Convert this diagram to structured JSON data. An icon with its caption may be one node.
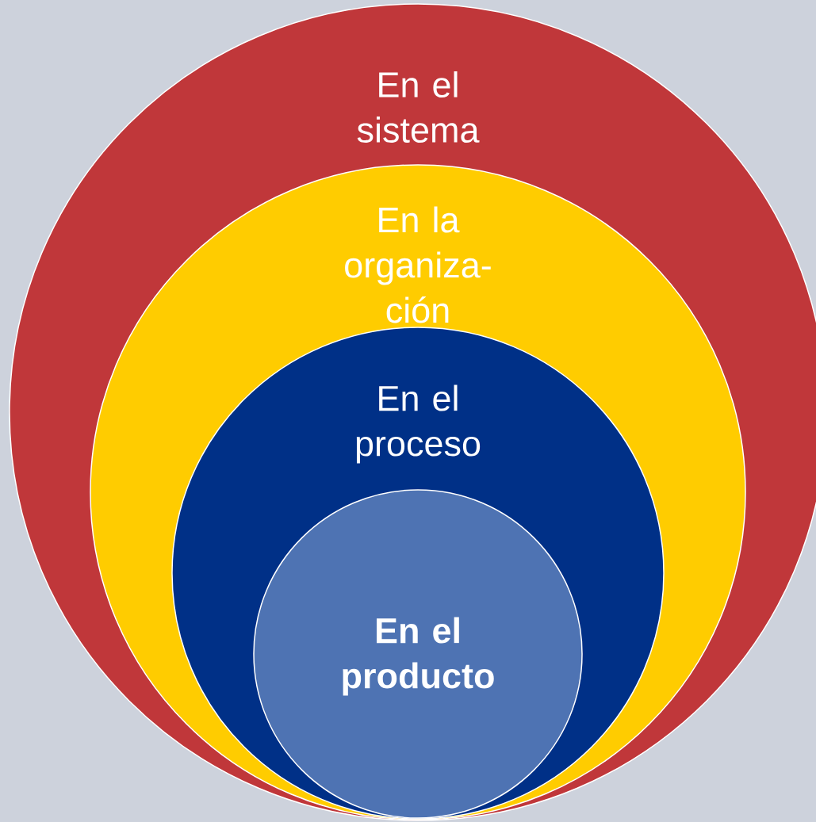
{
  "diagram": {
    "nodes": [
      {
        "text": [
          "En el sistema"
        ]
      },
      {
        "text": [
          "En la organiza- ción"
        ],
        "in": 0
      },
      {
        "text": [
          "En el proceso"
        ],
        "in": 1
      },
      {
        "text": [
          "En el producto"
        ],
        "in": 2
      }
    ]
  }
}
